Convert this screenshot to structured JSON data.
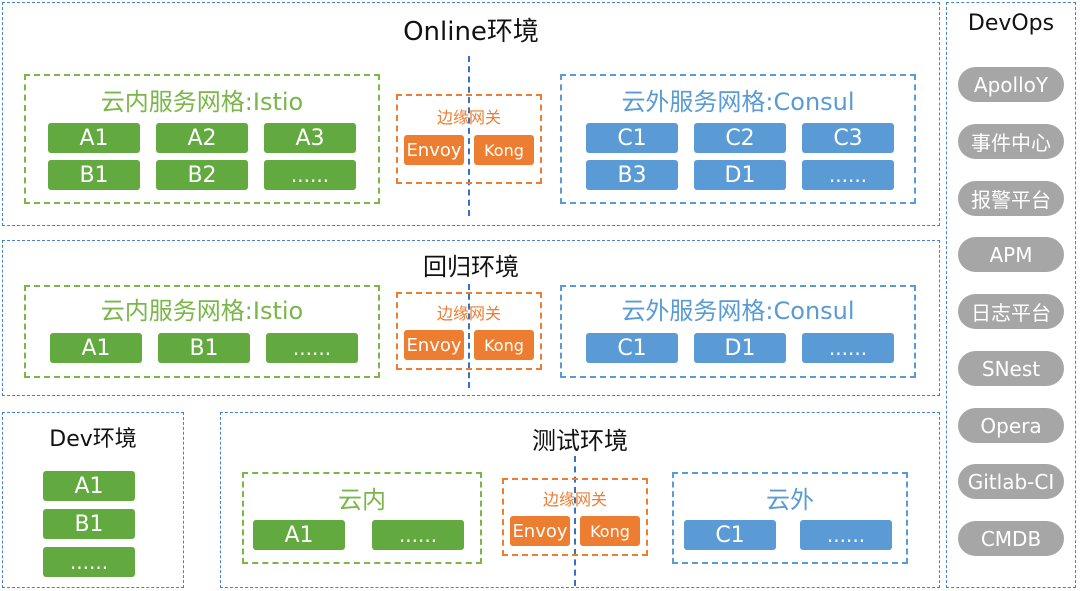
{
  "online": {
    "title": "Online环境",
    "inner_title": "云内服务网格:Istio",
    "inner_chips": [
      "A1",
      "A2",
      "A3",
      "B1",
      "B2",
      "......"
    ],
    "edge_title": "边缘网关",
    "edge_chips": [
      "Envoy",
      "Kong"
    ],
    "outer_title": "云外服务网格:Consul",
    "outer_chips": [
      "C1",
      "C2",
      "C3",
      "B3",
      "D1",
      "......"
    ]
  },
  "regression": {
    "title": "回归环境",
    "inner_title": "云内服务网格:Istio",
    "inner_chips": [
      "A1",
      "B1",
      "......"
    ],
    "edge_title": "边缘网关",
    "edge_chips": [
      "Envoy",
      "Kong"
    ],
    "outer_title": "云外服务网格:Consul",
    "outer_chips": [
      "C1",
      "D1",
      "......"
    ]
  },
  "dev": {
    "title": "Dev环境",
    "chips": [
      "A1",
      "B1",
      "......"
    ]
  },
  "test": {
    "title": "测试环境",
    "inner_title": "云内",
    "inner_chips": [
      "A1",
      "......"
    ],
    "edge_title": "边缘网关",
    "edge_chips": [
      "Envoy",
      "Kong"
    ],
    "outer_title": "云外",
    "outer_chips": [
      "C1",
      "......"
    ]
  },
  "devops": {
    "title": "DevOps",
    "items": [
      "ApolloY",
      "事件中心",
      "报警平台",
      "APM",
      "日志平台",
      "SNest",
      "Opera",
      "Gitlab-CI",
      "CMDB"
    ]
  },
  "colors": {
    "green": "#62a93f",
    "blue": "#5b9bd5",
    "orange": "#ed7d31",
    "gray": "#a6a6a6",
    "frame": "#4a7fd4"
  }
}
